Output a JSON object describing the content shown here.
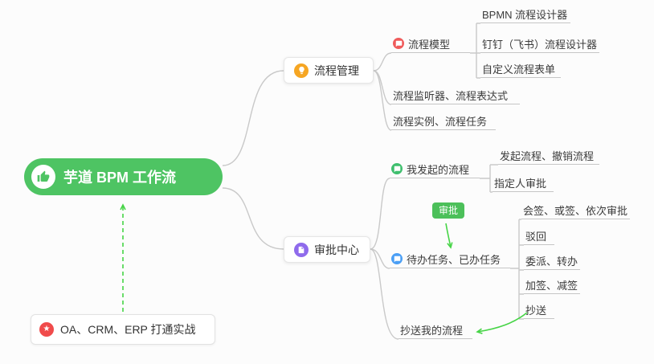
{
  "root": {
    "label": "芋道 BPM 工作流"
  },
  "practice": {
    "label": "OA、CRM、ERP 打通实战"
  },
  "process_mgmt": {
    "label": "流程管理",
    "model": {
      "label": "流程模型"
    },
    "model_children": [
      {
        "label": "BPMN 流程设计器"
      },
      {
        "label": "钉钉（飞书）流程设计器"
      },
      {
        "label": "自定义流程表单"
      }
    ],
    "listener": {
      "label": "流程监听器、流程表达式"
    },
    "instance": {
      "label": "流程实例、流程任务"
    }
  },
  "approval_center": {
    "label": "审批中心",
    "my_initiated": {
      "label": "我发起的流程"
    },
    "my_initiated_children": [
      {
        "label": "发起流程、撤销流程"
      },
      {
        "label": "指定人审批"
      }
    ],
    "tasks": {
      "label": "待办任务、已办任务"
    },
    "tasks_children": [
      {
        "label": "会签、或签、依次审批"
      },
      {
        "label": "驳回"
      },
      {
        "label": "委派、转办"
      },
      {
        "label": "加签、减签"
      },
      {
        "label": "抄送"
      }
    ],
    "cc_me": {
      "label": "抄送我的流程"
    },
    "approve_badge": {
      "label": "审批"
    }
  },
  "colors": {
    "root_green": "#4ec463",
    "badge_green": "#4cc05a",
    "arrow_green": "#46d446",
    "connector_gray": "#c9c9c9",
    "lightbulb_orange": "#f6a623",
    "star_red": "#f04b4b",
    "model_red": "#ef5b5b",
    "approval_purple": "#8f6bec",
    "initiated_green": "#3fbf6e",
    "tasks_blue": "#4b9ff5"
  }
}
